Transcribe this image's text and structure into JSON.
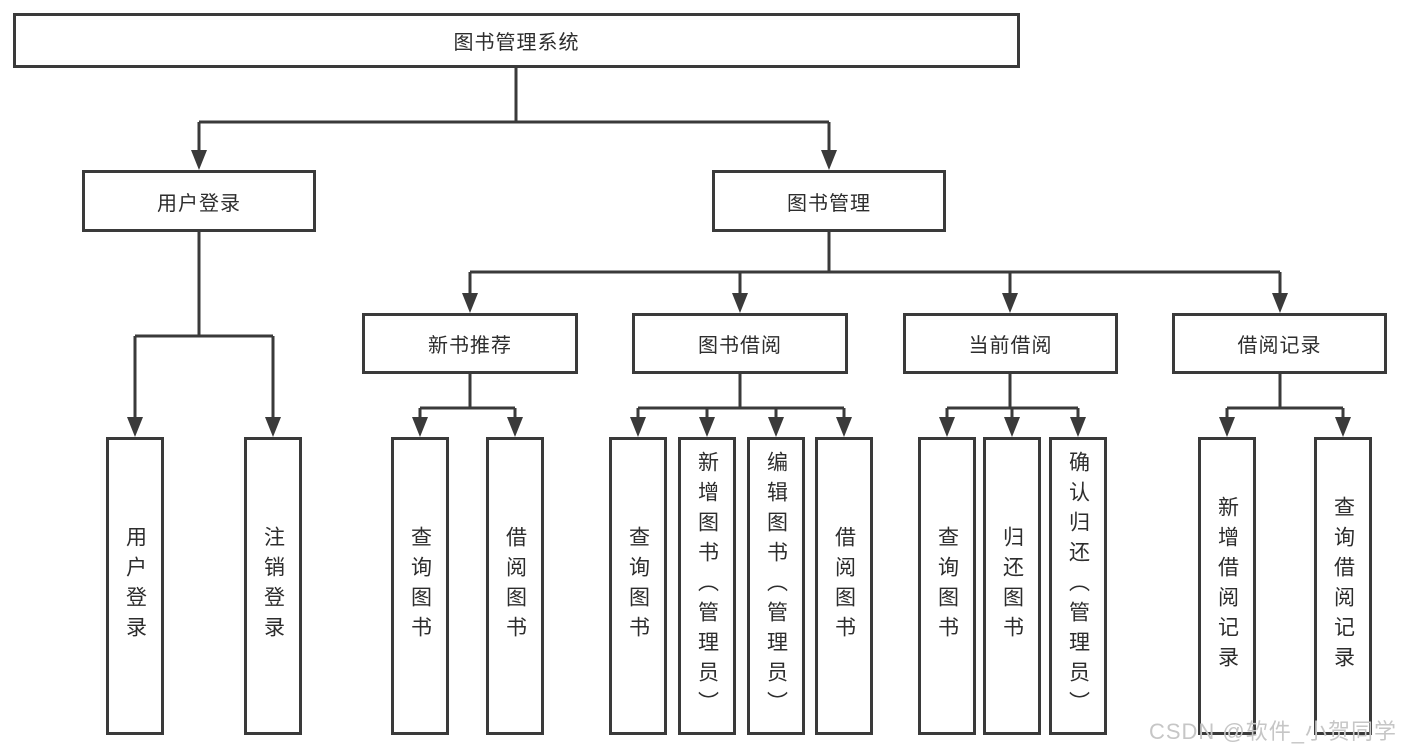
{
  "diagram_type": "hierarchy-tree",
  "colors": {
    "line": "#3a3a3a",
    "box_border": "#3a3a3a",
    "text": "#2d2d2d",
    "background": "#ffffff",
    "watermark": "#c6c6c6"
  },
  "nodes": {
    "root": {
      "label": "图书管理系统"
    },
    "user_login": {
      "label": "用户登录"
    },
    "book_management": {
      "label": "图书管理"
    },
    "new_book_recommend": {
      "label": "新书推荐"
    },
    "book_borrow": {
      "label": "图书借阅"
    },
    "current_borrow": {
      "label": "当前借阅"
    },
    "borrow_records": {
      "label": "借阅记录"
    },
    "leaves": {
      "user_login_leaf": {
        "label": "用户登录"
      },
      "logout": {
        "label": "注销登录"
      },
      "query_books_recommend": {
        "label": "查询图书"
      },
      "borrow_books_recommend": {
        "label": "借阅图书"
      },
      "query_books_borrow": {
        "label": "查询图书"
      },
      "add_books_admin": {
        "label": "新增图书（管理员）"
      },
      "edit_books_admin": {
        "label": "编辑图书（管理员）"
      },
      "borrow_books": {
        "label": "借阅图书"
      },
      "query_books_current": {
        "label": "查询图书"
      },
      "return_books": {
        "label": "归还图书"
      },
      "confirm_return_admin": {
        "label": "确认归还（管理员）"
      },
      "add_borrow_record": {
        "label": "新增借阅记录"
      },
      "query_borrow_record": {
        "label": "查询借阅记录"
      }
    }
  },
  "watermark": {
    "text": "CSDN @软件_小贺同学"
  }
}
